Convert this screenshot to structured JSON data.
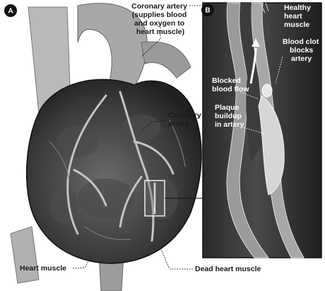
{
  "panels": {
    "a": {
      "badge": "A"
    },
    "b": {
      "badge": "B"
    }
  },
  "labels": {
    "coronary_artery_main": [
      "Coronary artery",
      "(supplies blood",
      "and oxygen to",
      "heart muscle)"
    ],
    "coronary_artery_side": [
      "Coronary",
      "artery"
    ],
    "heart_muscle": "Heart muscle",
    "dead_heart_muscle": "Dead heart muscle",
    "healthy_heart_muscle": [
      "Healthy",
      "heart",
      "muscle"
    ],
    "blood_clot": [
      "Blood clot",
      "blocks",
      "artery"
    ],
    "blocked_blood_flow": [
      "Blocked",
      "blood flow"
    ],
    "plaque_buildup": [
      "Plaque",
      "buildup",
      "in artery"
    ]
  },
  "colors": {
    "ink": "#1a1a1a",
    "heart_dark": "#2e2e2e",
    "heart_mid": "#5a5a5a",
    "vessel_light": "#c8c8c8",
    "inset_bg": "#222222",
    "plaque": "#d6d6d6"
  }
}
